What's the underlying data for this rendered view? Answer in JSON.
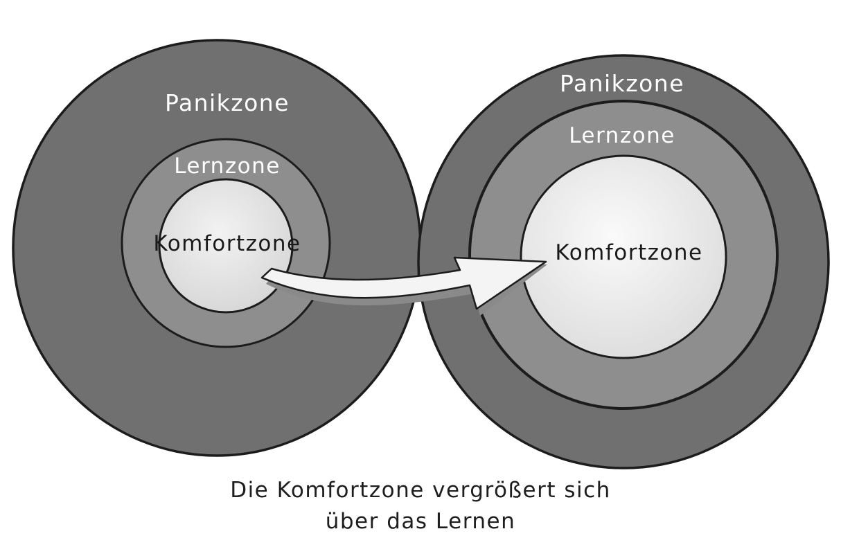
{
  "diagram": {
    "before": {
      "outer_label": "Panikzone",
      "middle_label": "Lernzone",
      "inner_label": "Komfortzone"
    },
    "after": {
      "outer_label": "Panikzone",
      "middle_label": "Lernzone",
      "inner_label": "Komfortzone"
    }
  },
  "caption": {
    "line1": "Die Komfortzone vergrößert sich",
    "line2": "über das Lernen"
  },
  "colors": {
    "outer_zone": "#707070",
    "middle_zone": "#8e8e8e",
    "inner_zone": "#ececec",
    "outline": "#1c1c1c",
    "arrow_fill": "#f4f4f4",
    "arrow_shade": "#8a8a8a",
    "text_light": "#ffffff",
    "text_dark": "#1a1a1a",
    "background": "#ffffff"
  }
}
